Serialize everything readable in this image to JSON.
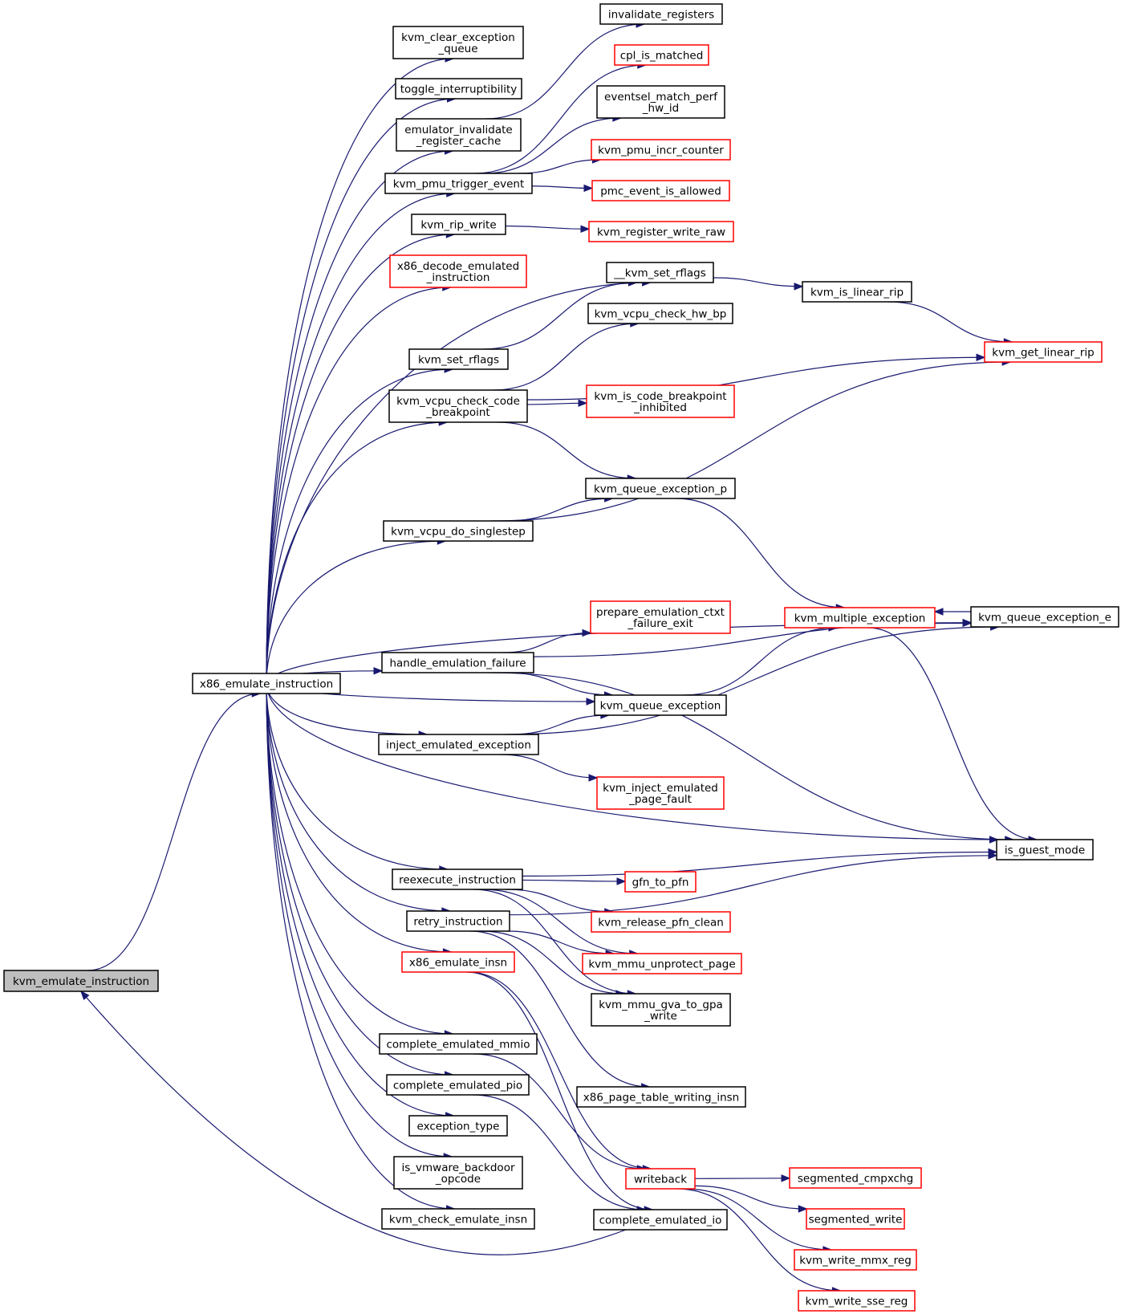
{
  "colors": {
    "edge": "#191970",
    "border_default": "#000000",
    "border_truncated": "#ff0000",
    "root_fill": "#bfbfbf",
    "background": "#ffffff"
  },
  "nodes": [
    {
      "id": "n0",
      "lines": [
        "kvm_emulate_instruction"
      ],
      "style": "root"
    },
    {
      "id": "n1",
      "lines": [
        "x86_emulate_instruction"
      ],
      "style": "black"
    },
    {
      "id": "n2",
      "lines": [
        "kvm_clear_exception",
        "_queue"
      ],
      "style": "black"
    },
    {
      "id": "n3",
      "lines": [
        "toggle_interruptibility"
      ],
      "style": "black"
    },
    {
      "id": "n4",
      "lines": [
        "emulator_invalidate",
        "_register_cache"
      ],
      "style": "black"
    },
    {
      "id": "n5",
      "lines": [
        "kvm_pmu_trigger_event"
      ],
      "style": "black"
    },
    {
      "id": "n6",
      "lines": [
        "kvm_rip_write"
      ],
      "style": "black"
    },
    {
      "id": "n7",
      "lines": [
        "x86_decode_emulated",
        "_instruction"
      ],
      "style": "red"
    },
    {
      "id": "n8",
      "lines": [
        "kvm_set_rflags"
      ],
      "style": "black"
    },
    {
      "id": "n9",
      "lines": [
        "kvm_vcpu_check_code",
        "_breakpoint"
      ],
      "style": "black"
    },
    {
      "id": "n10",
      "lines": [
        "kvm_vcpu_do_singlestep"
      ],
      "style": "black"
    },
    {
      "id": "n11",
      "lines": [
        "handle_emulation_failure"
      ],
      "style": "black"
    },
    {
      "id": "n12",
      "lines": [
        "inject_emulated_exception"
      ],
      "style": "black"
    },
    {
      "id": "n13",
      "lines": [
        "reexecute_instruction"
      ],
      "style": "black"
    },
    {
      "id": "n14",
      "lines": [
        "retry_instruction"
      ],
      "style": "black"
    },
    {
      "id": "n15",
      "lines": [
        "x86_emulate_insn"
      ],
      "style": "red"
    },
    {
      "id": "n16",
      "lines": [
        "complete_emulated_mmio"
      ],
      "style": "black"
    },
    {
      "id": "n17",
      "lines": [
        "complete_emulated_pio"
      ],
      "style": "black"
    },
    {
      "id": "n18",
      "lines": [
        "exception_type"
      ],
      "style": "black"
    },
    {
      "id": "n19",
      "lines": [
        "is_vmware_backdoor",
        "_opcode"
      ],
      "style": "black"
    },
    {
      "id": "n20",
      "lines": [
        "kvm_check_emulate_insn"
      ],
      "style": "black"
    },
    {
      "id": "n21",
      "lines": [
        "invalidate_registers"
      ],
      "style": "black"
    },
    {
      "id": "n22",
      "lines": [
        "cpl_is_matched"
      ],
      "style": "red"
    },
    {
      "id": "n23",
      "lines": [
        "eventsel_match_perf",
        "_hw_id"
      ],
      "style": "black"
    },
    {
      "id": "n24",
      "lines": [
        "kvm_pmu_incr_counter"
      ],
      "style": "red"
    },
    {
      "id": "n25",
      "lines": [
        "pmc_event_is_allowed"
      ],
      "style": "red"
    },
    {
      "id": "n26",
      "lines": [
        "kvm_register_write_raw"
      ],
      "style": "red"
    },
    {
      "id": "n27",
      "lines": [
        "__kvm_set_rflags"
      ],
      "style": "black"
    },
    {
      "id": "n28",
      "lines": [
        "kvm_vcpu_check_hw_bp"
      ],
      "style": "black"
    },
    {
      "id": "n29",
      "lines": [
        "kvm_is_code_breakpoint",
        "_inhibited"
      ],
      "style": "red"
    },
    {
      "id": "n30",
      "lines": [
        "kvm_queue_exception_p"
      ],
      "style": "black"
    },
    {
      "id": "n31",
      "lines": [
        "prepare_emulation_ctxt",
        "_failure_exit"
      ],
      "style": "red"
    },
    {
      "id": "n32",
      "lines": [
        "kvm_queue_exception"
      ],
      "style": "black"
    },
    {
      "id": "n33",
      "lines": [
        "kvm_inject_emulated",
        "_page_fault"
      ],
      "style": "red"
    },
    {
      "id": "n34",
      "lines": [
        "gfn_to_pfn"
      ],
      "style": "red"
    },
    {
      "id": "n35",
      "lines": [
        "kvm_release_pfn_clean"
      ],
      "style": "red"
    },
    {
      "id": "n36",
      "lines": [
        "kvm_mmu_unprotect_page"
      ],
      "style": "red"
    },
    {
      "id": "n37",
      "lines": [
        "kvm_mmu_gva_to_gpa",
        "_write"
      ],
      "style": "black"
    },
    {
      "id": "n38",
      "lines": [
        "x86_page_table_writing_insn"
      ],
      "style": "black"
    },
    {
      "id": "n39",
      "lines": [
        "writeback"
      ],
      "style": "red"
    },
    {
      "id": "n40",
      "lines": [
        "complete_emulated_io"
      ],
      "style": "black"
    },
    {
      "id": "n41",
      "lines": [
        "kvm_is_linear_rip"
      ],
      "style": "black"
    },
    {
      "id": "n42",
      "lines": [
        "kvm_get_linear_rip"
      ],
      "style": "red"
    },
    {
      "id": "n43",
      "lines": [
        "kvm_multiple_exception"
      ],
      "style": "red"
    },
    {
      "id": "n44",
      "lines": [
        "kvm_queue_exception_e"
      ],
      "style": "black"
    },
    {
      "id": "n45",
      "lines": [
        "is_guest_mode"
      ],
      "style": "black"
    },
    {
      "id": "n46",
      "lines": [
        "segmented_cmpxchg"
      ],
      "style": "red"
    },
    {
      "id": "n47",
      "lines": [
        "segmented_write"
      ],
      "style": "red"
    },
    {
      "id": "n48",
      "lines": [
        "kvm_write_mmx_reg"
      ],
      "style": "red"
    },
    {
      "id": "n49",
      "lines": [
        "kvm_write_sse_reg"
      ],
      "style": "red"
    }
  ],
  "edges": [
    [
      "n0",
      "n1"
    ],
    [
      "n1",
      "n2"
    ],
    [
      "n1",
      "n3"
    ],
    [
      "n1",
      "n4"
    ],
    [
      "n1",
      "n5"
    ],
    [
      "n1",
      "n6"
    ],
    [
      "n1",
      "n7"
    ],
    [
      "n1",
      "n27"
    ],
    [
      "n1",
      "n8"
    ],
    [
      "n1",
      "n9"
    ],
    [
      "n1",
      "n44"
    ],
    [
      "n1",
      "n10"
    ],
    [
      "n1",
      "n11"
    ],
    [
      "n1",
      "n32"
    ],
    [
      "n1",
      "n12"
    ],
    [
      "n1",
      "n13"
    ],
    [
      "n1",
      "n14"
    ],
    [
      "n1",
      "n15"
    ],
    [
      "n1",
      "n45"
    ],
    [
      "n1",
      "n16"
    ],
    [
      "n1",
      "n17"
    ],
    [
      "n1",
      "n18"
    ],
    [
      "n1",
      "n19"
    ],
    [
      "n1",
      "n20"
    ],
    [
      "n4",
      "n21"
    ],
    [
      "n5",
      "n22"
    ],
    [
      "n5",
      "n23"
    ],
    [
      "n5",
      "n24"
    ],
    [
      "n5",
      "n25"
    ],
    [
      "n6",
      "n26"
    ],
    [
      "n8",
      "n27"
    ],
    [
      "n27",
      "n41"
    ],
    [
      "n41",
      "n42"
    ],
    [
      "n9",
      "n28"
    ],
    [
      "n9",
      "n42"
    ],
    [
      "n9",
      "n29"
    ],
    [
      "n9",
      "n30"
    ],
    [
      "n10",
      "n30"
    ],
    [
      "n10",
      "n42"
    ],
    [
      "n30",
      "n43"
    ],
    [
      "n11",
      "n44"
    ],
    [
      "n11",
      "n31"
    ],
    [
      "n11",
      "n32"
    ],
    [
      "n11",
      "n45"
    ],
    [
      "n32",
      "n43"
    ],
    [
      "n43",
      "n44"
    ],
    [
      "n44",
      "n43"
    ],
    [
      "n43",
      "n45"
    ],
    [
      "n12",
      "n32"
    ],
    [
      "n12",
      "n44"
    ],
    [
      "n12",
      "n33"
    ],
    [
      "n13",
      "n45"
    ],
    [
      "n13",
      "n34"
    ],
    [
      "n13",
      "n35"
    ],
    [
      "n13",
      "n36"
    ],
    [
      "n13",
      "n37"
    ],
    [
      "n14",
      "n36"
    ],
    [
      "n14",
      "n37"
    ],
    [
      "n14",
      "n38"
    ],
    [
      "n14",
      "n45"
    ],
    [
      "n15",
      "n39"
    ],
    [
      "n16",
      "n39"
    ],
    [
      "n17",
      "n40"
    ],
    [
      "n15",
      "n40"
    ],
    [
      "n39",
      "n46"
    ],
    [
      "n39",
      "n47"
    ],
    [
      "n39",
      "n48"
    ],
    [
      "n39",
      "n49"
    ],
    [
      "n40",
      "n0"
    ]
  ]
}
